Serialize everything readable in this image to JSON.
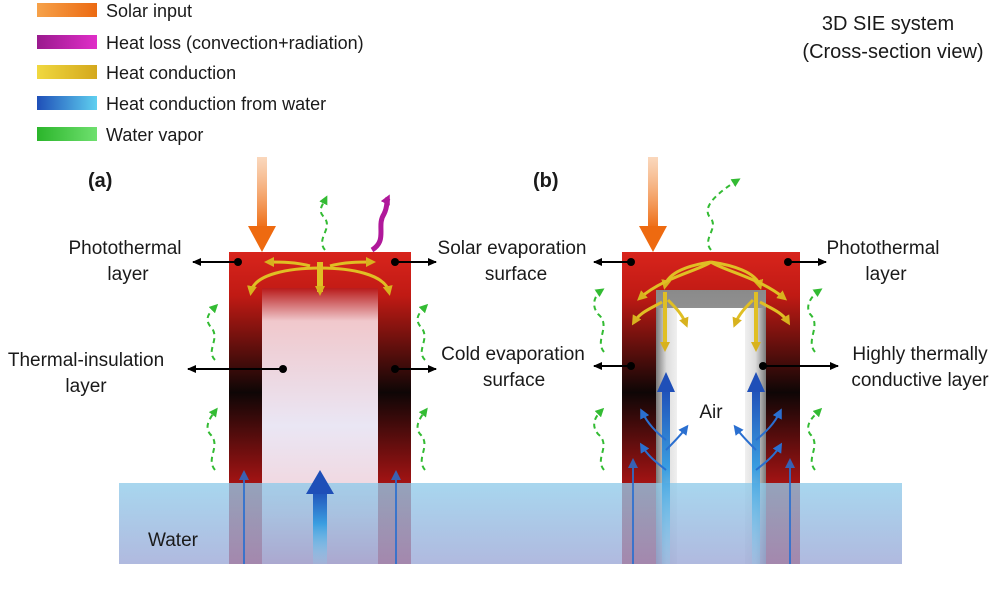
{
  "legend": {
    "solar": "Solar input",
    "heatloss": "Heat loss (convection+radiation)",
    "conduction": "Heat conduction",
    "water_conduction": "Heat conduction from water",
    "vapor": "Water vapor"
  },
  "title": {
    "line1": "3D SIE system",
    "line2": "(Cross-section view)"
  },
  "panel_a": {
    "tag": "(a)",
    "photothermal_1": "Photothermal",
    "photothermal_2": "layer",
    "insulation_1": "Thermal-insulation",
    "insulation_2": "layer",
    "water": "Water"
  },
  "center": {
    "solar_evap_1": "Solar evaporation",
    "solar_evap_2": "surface",
    "cold_evap_1": "Cold evaporation",
    "cold_evap_2": "surface"
  },
  "panel_b": {
    "tag": "(b)",
    "photothermal_1": "Photothermal",
    "photothermal_2": "layer",
    "conductive_1": "Highly thermally",
    "conductive_2": "conductive layer",
    "air": "Air"
  },
  "colors": {
    "solar": "#f07a1e",
    "heatloss": "#b0189a",
    "conduction": "#e4c22a",
    "water_conduction": "#2f86d8",
    "vapor": "#3ec43e",
    "photothermal": "#d62020",
    "water": "#8ec5e6"
  }
}
